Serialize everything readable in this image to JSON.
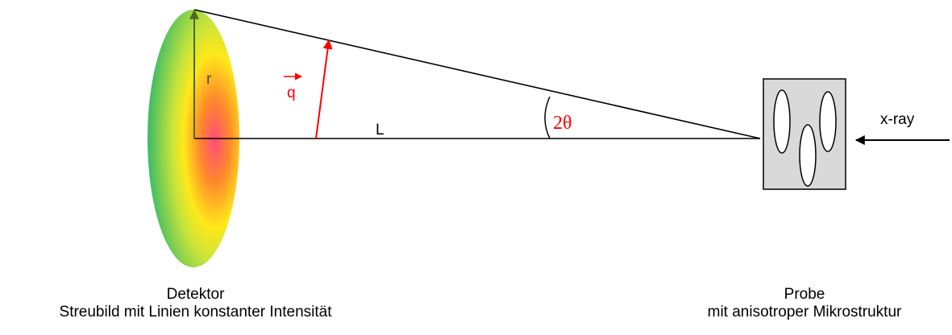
{
  "labels": {
    "r": "r",
    "q": "q",
    "L": "L",
    "angle": "2θ",
    "beam": "x-ray"
  },
  "detector": {
    "title": "Detektor",
    "subtitle": "Streubild mit Linien konstanter Intensität"
  },
  "sample": {
    "title": "Probe",
    "subtitle": "mit anisotroper Mikrostruktur"
  },
  "colors": {
    "q_vector": "#ff0000",
    "r_arrow": "#4d6b1f",
    "sample_fill": "#d9d9d9",
    "detector_center": "#ff4d6b",
    "detector_mid": "#ffff00",
    "detector_edge": "#33bb66"
  }
}
